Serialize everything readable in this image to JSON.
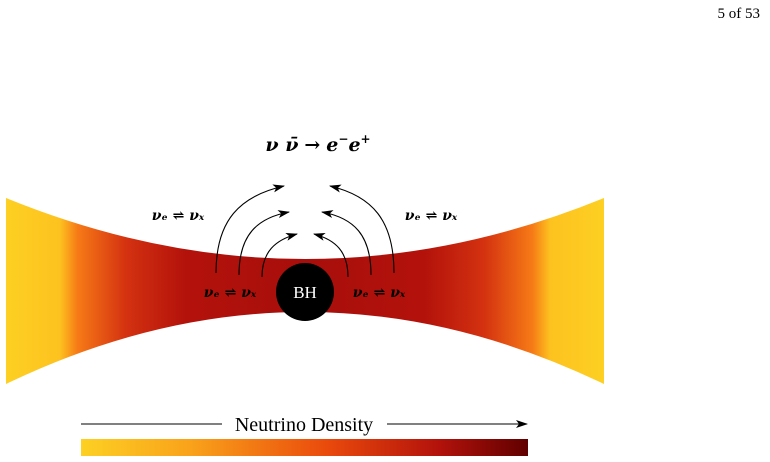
{
  "page": {
    "number_text": "5 of 53"
  },
  "diagram": {
    "reaction": {
      "lhs": "ν ν̄",
      "arrow": "→",
      "rhs_1": "e",
      "rhs_1_sup": "−",
      "rhs_2": "e",
      "rhs_2_sup": "+"
    },
    "oscillation_upper_left": "νₑ ⇌ νₓ",
    "oscillation_upper_right": "νₑ ⇌ νₓ",
    "oscillation_disk_left": "νₑ ⇌ νₓ",
    "oscillation_disk_right": "νₑ ⇌ νₓ",
    "black_hole_label": "BH",
    "colorbar_label": "Neutrino Density",
    "colors": {
      "low_density": "#fdd023",
      "mid_density": "#ee4a0a",
      "high_density": "#b3120b",
      "max_density": "#600000",
      "black_hole": "#000000"
    }
  }
}
